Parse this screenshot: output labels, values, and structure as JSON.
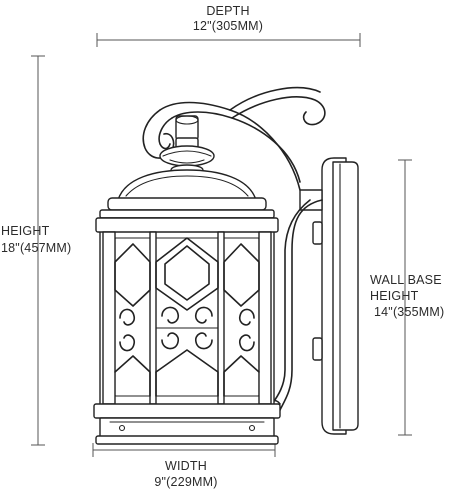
{
  "depth": {
    "label": "DEPTH",
    "value": "12\"(305MM)"
  },
  "height": {
    "label": "HEIGHT",
    "value": "18\"(457MM)"
  },
  "wall_base": {
    "label_line1": "WALL BASE",
    "label_line2": "HEIGHT",
    "value": "14\"(355MM)"
  },
  "width": {
    "label": "WIDTH",
    "value": "9\"(229MM)"
  }
}
